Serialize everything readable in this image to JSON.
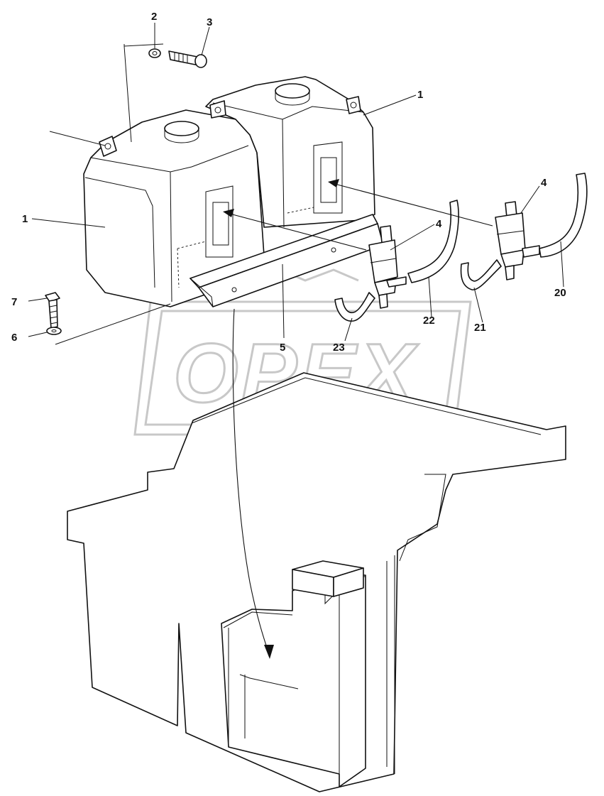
{
  "watermark": {
    "text": "OPEX"
  },
  "callouts": [
    {
      "id": "c1a",
      "label": "1"
    },
    {
      "id": "c1b",
      "label": "1"
    },
    {
      "id": "c2",
      "label": "2"
    },
    {
      "id": "c3",
      "label": "3"
    },
    {
      "id": "c4a",
      "label": "4"
    },
    {
      "id": "c4b",
      "label": "4"
    },
    {
      "id": "c5",
      "label": "5"
    },
    {
      "id": "c6",
      "label": "6"
    },
    {
      "id": "c7",
      "label": "7"
    },
    {
      "id": "c20",
      "label": "20"
    },
    {
      "id": "c21",
      "label": "21"
    },
    {
      "id": "c22",
      "label": "22"
    },
    {
      "id": "c23",
      "label": "23"
    }
  ]
}
